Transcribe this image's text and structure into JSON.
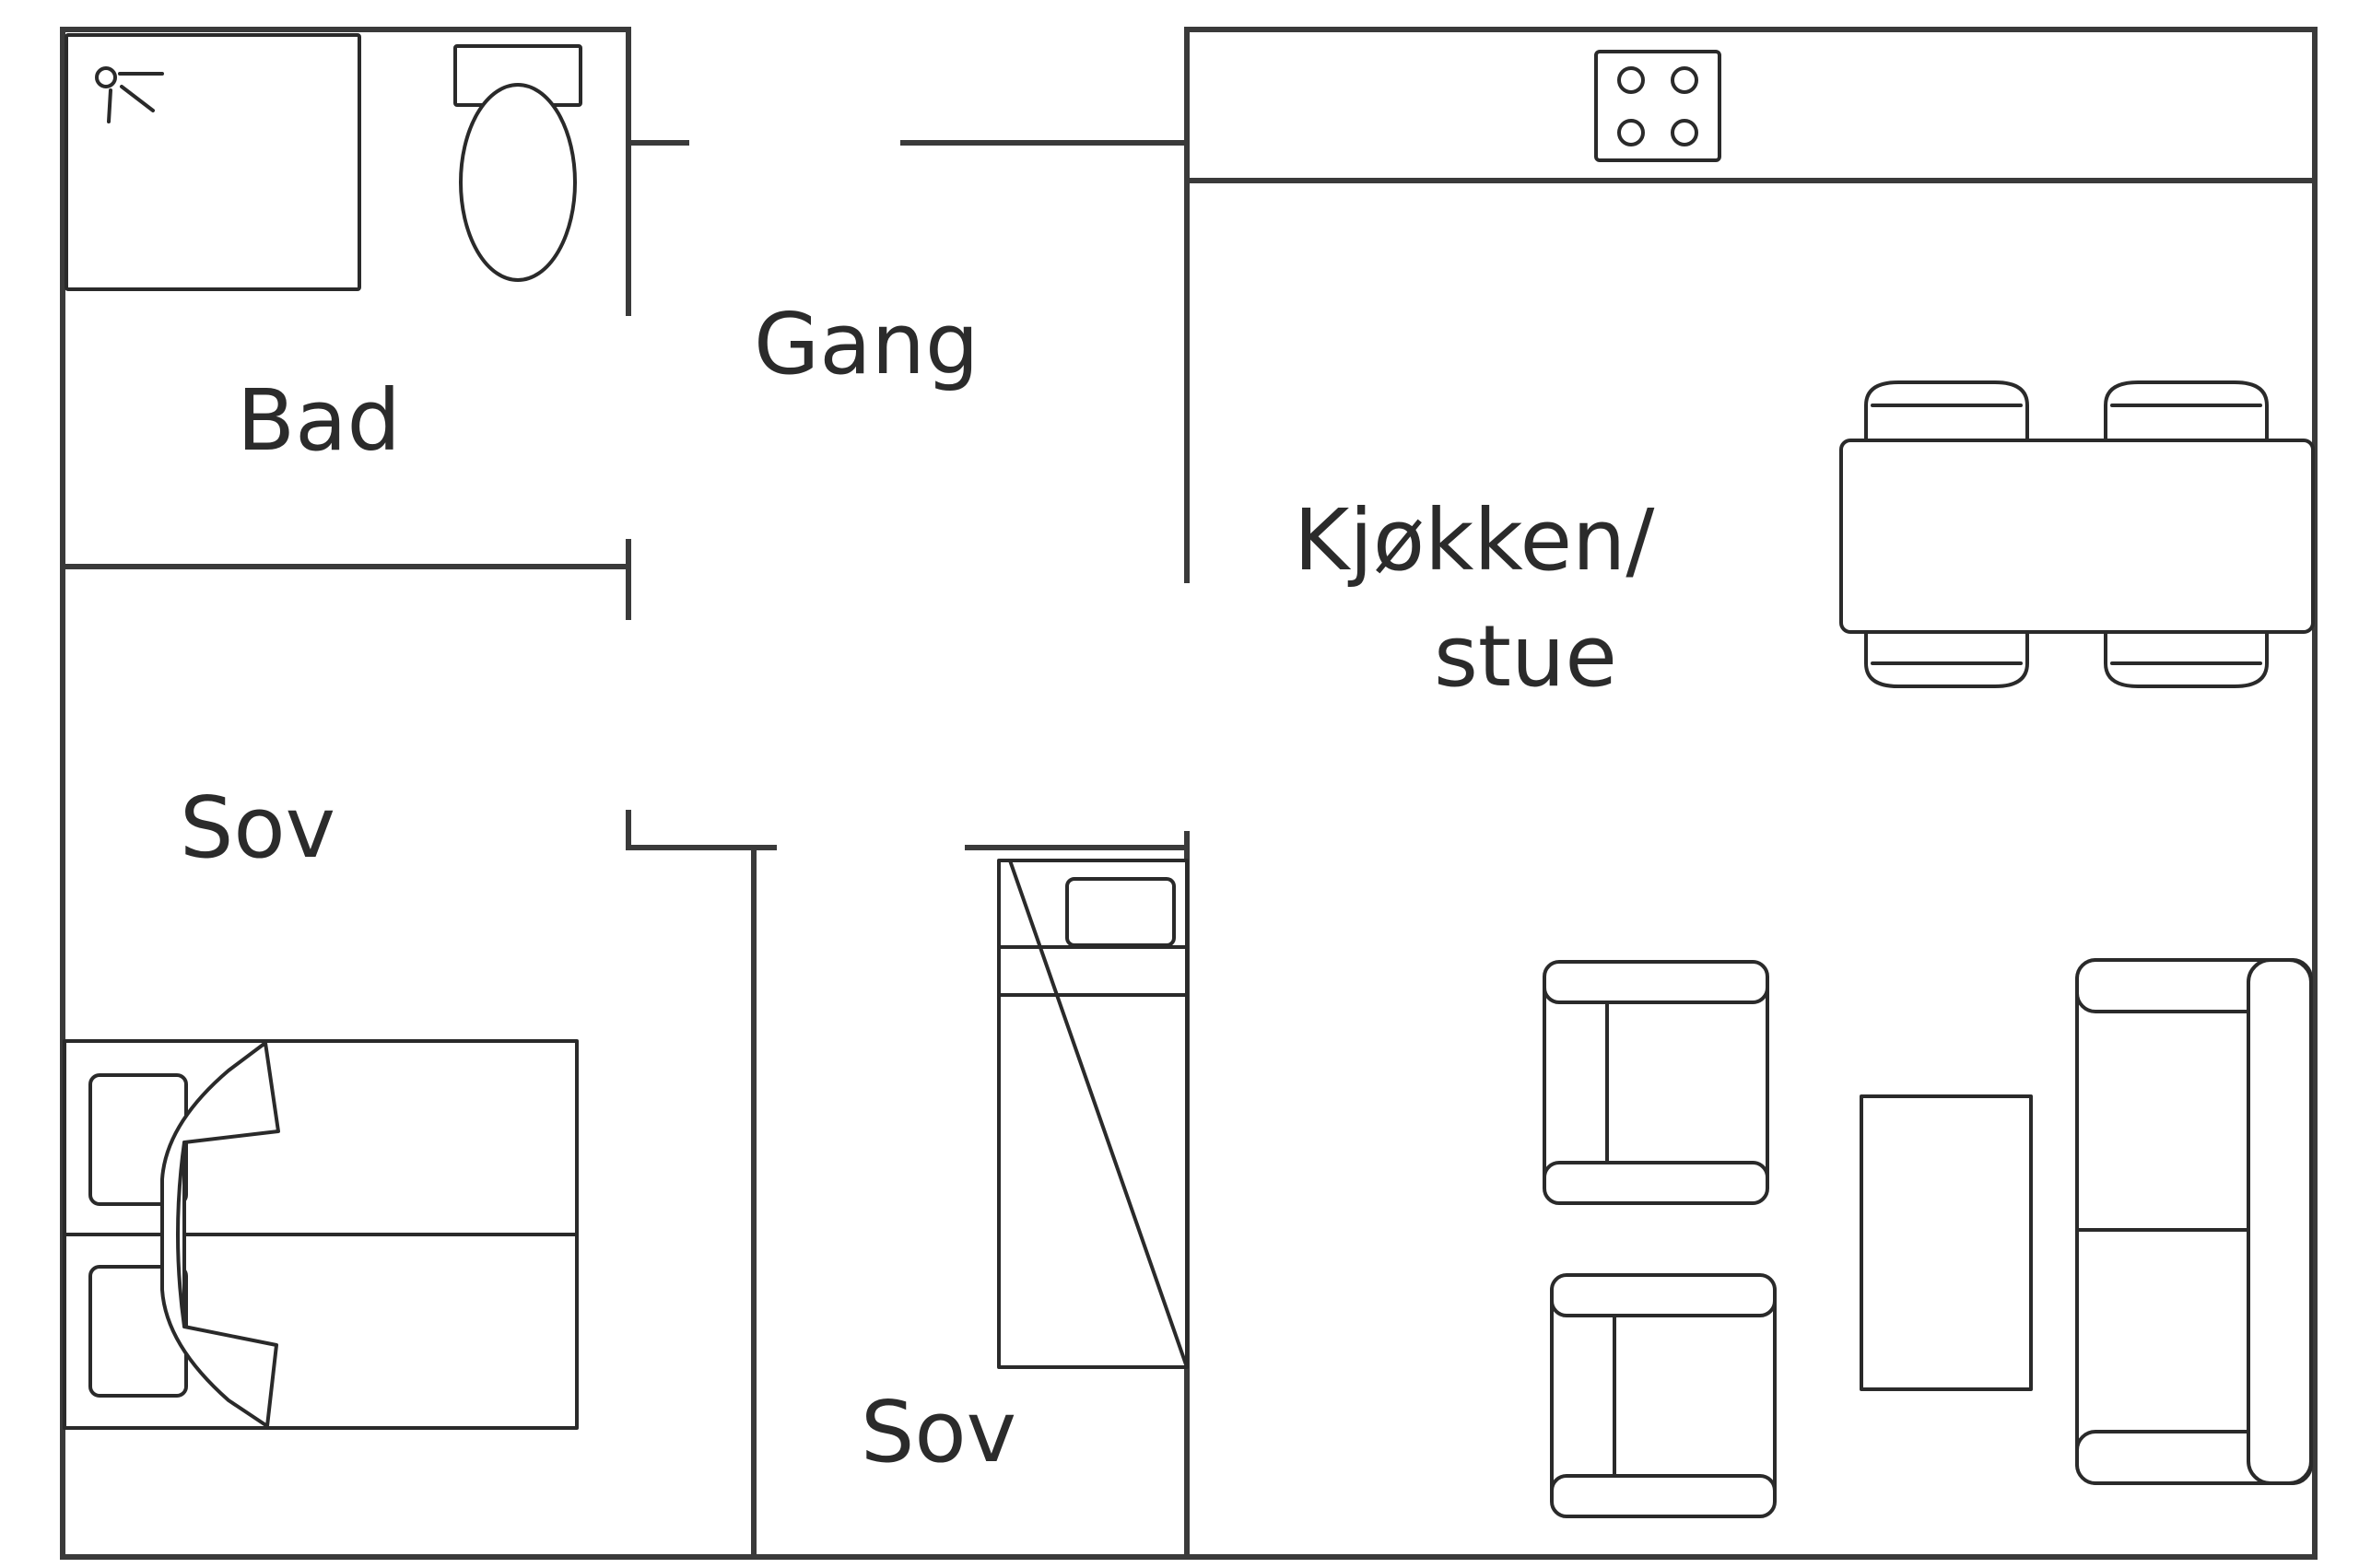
{
  "rooms": {
    "bad": "Bad",
    "gang": "Gang",
    "kjokken_line1": "Kjøkken/",
    "kjokken_line2": "stue",
    "sov_left": "Sov",
    "sov_bottom": "Sov"
  },
  "icons": [
    "shower-icon",
    "toilet-icon",
    "stove-icon",
    "dining-table-icon",
    "chair-icon",
    "double-bed-icon",
    "single-bed-icon",
    "armchair-icon",
    "coffee-table-icon",
    "sofa-icon"
  ],
  "colors": {
    "line": "#2a2a2a",
    "background": "#ffffff"
  }
}
